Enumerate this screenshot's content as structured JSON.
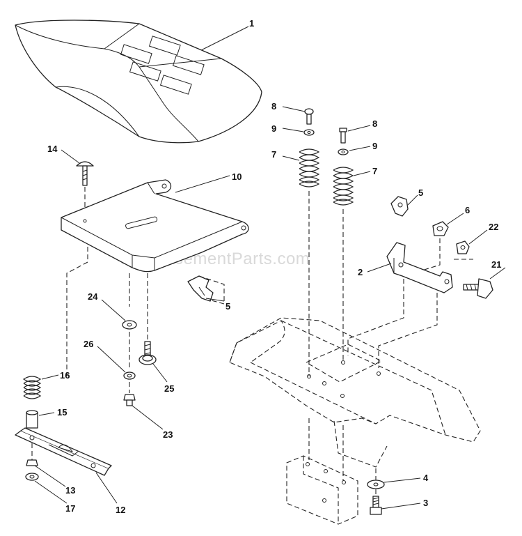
{
  "watermark": "eReplacementParts.com",
  "callouts": {
    "c1": "1",
    "c14": "14",
    "c10": "10",
    "c24": "24",
    "c26": "26",
    "c25": "25",
    "c23": "23",
    "c16": "16",
    "c15": "15",
    "c13": "13",
    "c17": "17",
    "c12": "12",
    "c5a": "5",
    "c8a": "8",
    "c9a": "9",
    "c7a": "7",
    "c8b": "8",
    "c9b": "9",
    "c7b": "7",
    "c5b": "5",
    "c6": "6",
    "c22": "22",
    "c2": "2",
    "c21": "21",
    "c4": "4",
    "c3": "3"
  }
}
